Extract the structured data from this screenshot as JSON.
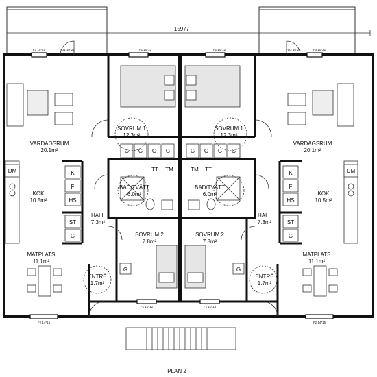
{
  "dimension": "15977",
  "plan_title": "PLAN 2",
  "windows": {
    "f3": "F3 10*21",
    "fd1": "FD1 10*21",
    "f1": "F1 10*12",
    "fd2": "FD2 10*21",
    "f1_13": "F1 10*13",
    "f2": "F2 14*15"
  },
  "left": {
    "living": {
      "name": "VARDAGSRUM",
      "area": "20.1m²"
    },
    "bedroom1": {
      "name": "SOVRUM 1",
      "area": "12.3m²"
    },
    "bath": {
      "name": "BAD/TVÄTT",
      "area": "6.0m²"
    },
    "kitchen": {
      "name": "KÖK",
      "area": "10.5m²"
    },
    "hall": {
      "name": "HALL",
      "area": "7.3m²"
    },
    "bedroom2": {
      "name": "SOVRUM 2",
      "area": "7.8m²"
    },
    "dining": {
      "name": "MATPLATS",
      "area": "11.1m²"
    },
    "entry": {
      "name": "ENTRÉ",
      "area": "1.7m²"
    }
  },
  "right": {
    "living": {
      "name": "VARDAGSRUM",
      "area": "20.1m²"
    },
    "bedroom1": {
      "name": "SOVRUM 1",
      "area": "12.3m²"
    },
    "bath": {
      "name": "BAD/TVÄTT",
      "area": "6.0m²"
    },
    "kitchen": {
      "name": "KÖK",
      "area": "10.5m²"
    },
    "hall": {
      "name": "HALL",
      "area": "7.3m²"
    },
    "bedroom2": {
      "name": "SOVRUM 2",
      "area": "7.8m²"
    },
    "dining": {
      "name": "MATPLATS",
      "area": "11.1m²"
    },
    "entry": {
      "name": "ENTRÉ",
      "area": "1.7m²"
    }
  },
  "appliances": {
    "dm": "DM",
    "k": "K",
    "f": "F",
    "hs": "HS",
    "st": "ST",
    "g": "G",
    "tt": "TT",
    "tm": "TM"
  },
  "colors": {
    "wall": "#111111",
    "line": "#333333",
    "fill": "#e6e6e6"
  }
}
